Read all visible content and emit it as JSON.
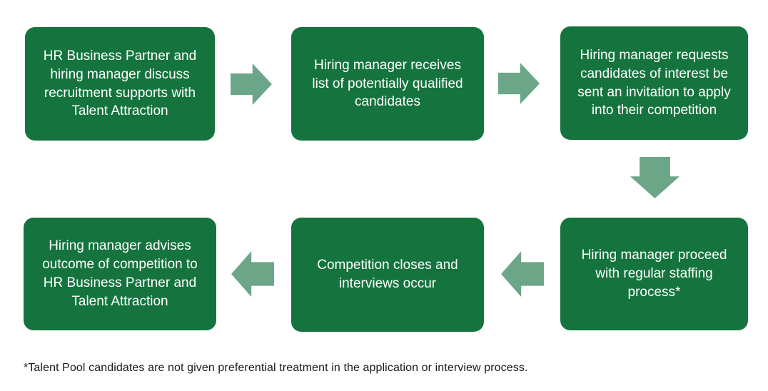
{
  "colors": {
    "box_fill": "#15743D",
    "box_text": "#FFFFFF",
    "arrow_fill": "#6BA689",
    "background": "#FFFFFF",
    "footnote_text": "#1A1A1A"
  },
  "flow": {
    "type": "process-flowchart",
    "steps": [
      {
        "text": "HR Business Partner and hiring manager discuss recruitment supports with Talent Attraction"
      },
      {
        "text": "Hiring manager receives list of potentially qualified candidates"
      },
      {
        "text": "Hiring manager requests candidates of interest be sent an invitation to apply into their competition"
      },
      {
        "text": "Hiring manager proceed with regular staffing process*"
      },
      {
        "text": "Competition closes and interviews occur"
      },
      {
        "text": "Hiring manager advises outcome of competition to HR Business Partner and Talent Attraction"
      }
    ],
    "connectors": [
      {
        "from": 1,
        "to": 2,
        "direction": "right"
      },
      {
        "from": 2,
        "to": 3,
        "direction": "right"
      },
      {
        "from": 3,
        "to": 4,
        "direction": "down"
      },
      {
        "from": 4,
        "to": 5,
        "direction": "left"
      },
      {
        "from": 5,
        "to": 6,
        "direction": "left"
      }
    ]
  },
  "footnote": "*Talent Pool candidates are not given preferential treatment in the application or interview process."
}
